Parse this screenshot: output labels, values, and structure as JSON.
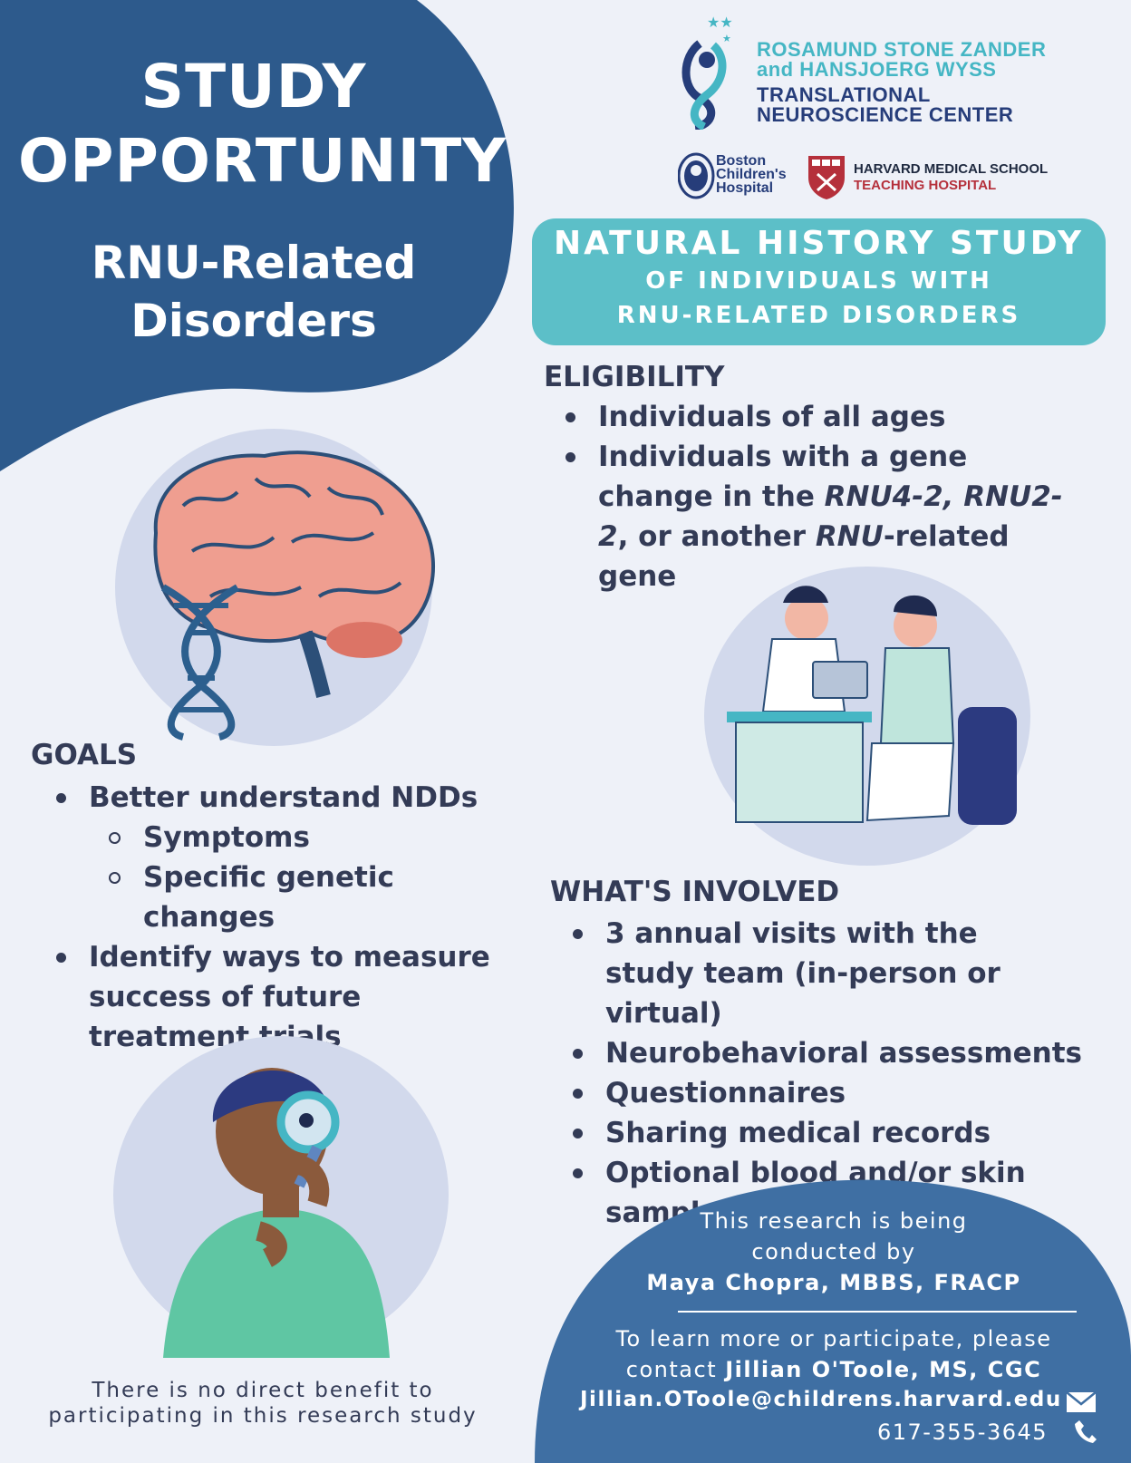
{
  "hero": {
    "title_line1": "STUDY",
    "title_line2": "OPPORTUNITY",
    "subtitle_line1": "RNU-Related",
    "subtitle_line2": "Disorders"
  },
  "logos": {
    "tnc_line1": "ROSAMUND STONE ZANDER",
    "tnc_line2": "and HANSJOERG WYSS",
    "tnc_line3": "TRANSLATIONAL",
    "tnc_line4": "NEUROSCIENCE CENTER",
    "bch_line1": "Boston",
    "bch_line2": "Children's",
    "bch_line3": "Hospital",
    "hms_line1": "HARVARD MEDICAL SCHOOL",
    "hms_line2": "TEACHING HOSPITAL"
  },
  "banner": {
    "line1": "NATURAL HISTORY STUDY",
    "line2": "OF INDIVIDUALS WITH",
    "line3": "RNU-RELATED DISORDERS"
  },
  "eligibility": {
    "heading": "ELIGIBILITY",
    "item1": "Individuals of all ages",
    "item2_a": "Individuals with a gene change in the ",
    "item2_b": "RNU4-2, RNU2-2",
    "item2_c": ", or another ",
    "item2_d": "RNU",
    "item2_e": "-related gene"
  },
  "goals": {
    "heading": "GOALS",
    "item1": "Better understand NDDs",
    "sub1": "Symptoms",
    "sub2": "Specific genetic changes",
    "item2": "Identify ways to measure success of future treatment trials"
  },
  "involved": {
    "heading": "WHAT'S INVOLVED",
    "items": [
      "3 annual visits with the study team (in-person or virtual)",
      "Neurobehavioral assessments",
      "Questionnaires",
      "Sharing medical records",
      "Optional blood and/or skin samples"
    ]
  },
  "footer": {
    "research_line1": "This research is being",
    "research_line2": "conducted by",
    "investigator": "Maya Chopra, MBBS, FRACP",
    "contact_line1": "To learn more or participate, please",
    "contact_prefix": "contact ",
    "contact_name": "Jillian O'Toole, MS, CGC",
    "email": "Jillian.OToole@childrens.harvard.edu",
    "phone": "617-355-3645"
  },
  "disclaimer": {
    "line1": "There is no direct benefit to",
    "line2": "participating in this research study"
  },
  "colors": {
    "navy": "#2d5a8c",
    "teal": "#5cbfc8",
    "text": "#333b56",
    "background": "#eef1f8"
  }
}
